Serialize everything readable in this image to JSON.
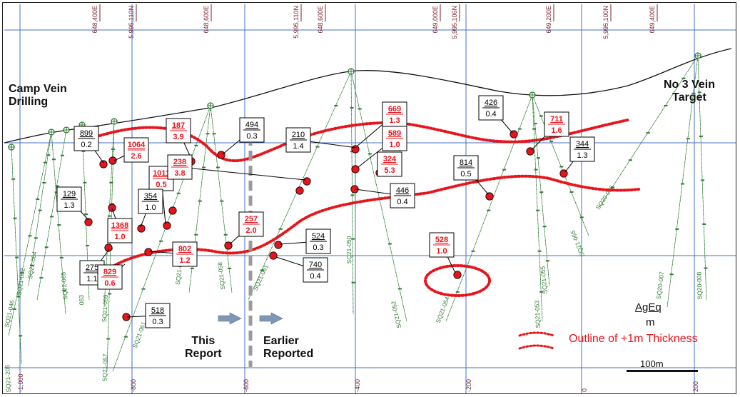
{
  "colors": {
    "grid": "#4472c4",
    "outline": "#e8141c",
    "drill": "#2e7d32",
    "topo": "#111111",
    "intercept": "#e8141c",
    "arrow": "#7f97b5",
    "divider": "#9a9a9a",
    "coord_label": "#7a1f2b"
  },
  "labels": {
    "camp_vein": "Camp Vein\nDrilling",
    "no3_vein": "No 3 Vein\nTarget",
    "this_report": "This\nReport",
    "earlier_reported": "Earlier\nReported"
  },
  "legend": {
    "title": "AgEq",
    "unit": "m",
    "outline_text": "Outline of +1m Thickness",
    "scale_text": "100m"
  },
  "top_coords": [
    {
      "text": "648,400E"
    },
    {
      "text": "5,995,110N"
    },
    {
      "text": "648,600E"
    },
    {
      "text": "5,995,110N"
    },
    {
      "text": "648,600E"
    },
    {
      "text": "649,000E"
    },
    {
      "text": "5,995,106N"
    },
    {
      "text": "649,200E"
    },
    {
      "text": "5,995,100N"
    },
    {
      "text": "649,400E"
    }
  ],
  "elevations": [
    "-1,000",
    "-800",
    "-600",
    "-400",
    "-200",
    "0",
    "200"
  ],
  "holes": [
    {
      "name": "SQ21-046"
    },
    {
      "name": "SQ21-062"
    },
    {
      "name": "SQ22-064"
    },
    {
      "name": "SQ22-065"
    },
    {
      "name": "063"
    },
    {
      "name": "SQ21-059"
    },
    {
      "name": "SQ21-057"
    },
    {
      "name": "SQ21-061"
    },
    {
      "name": "SQ21-050"
    },
    {
      "name": "SQ21-058"
    },
    {
      "name": "SQ21-061"
    },
    {
      "name": "SQ21-050"
    },
    {
      "name": "SQ21-052"
    },
    {
      "name": "SQ21-054"
    },
    {
      "name": "SQ21-053"
    },
    {
      "name": "SQ21-055"
    },
    {
      "name": "SQ21-065"
    },
    {
      "name": "SQ20-006"
    },
    {
      "name": "SQ20-007"
    },
    {
      "name": "SQ20-008"
    },
    {
      "name": "SQ21-205"
    }
  ],
  "assays": [
    {
      "agEq": "899",
      "m": "0.2",
      "red": false
    },
    {
      "agEq": "1064",
      "m": "2.6",
      "red": true
    },
    {
      "agEq": "187",
      "m": "3.9",
      "red": true
    },
    {
      "agEq": "494",
      "m": "0.3",
      "red": false
    },
    {
      "agEq": "210",
      "m": "1.4",
      "red": false
    },
    {
      "agEq": "669",
      "m": "1.3",
      "red": true
    },
    {
      "agEq": "589",
      "m": "1.0",
      "red": true
    },
    {
      "agEq": "426",
      "m": "0.4",
      "red": false
    },
    {
      "agEq": "711",
      "m": "1.6",
      "red": true
    },
    {
      "agEq": "344",
      "m": "1.3",
      "red": false
    },
    {
      "agEq": "1011",
      "m": "0.5",
      "red": true
    },
    {
      "agEq": "238",
      "m": "3.8",
      "red": true
    },
    {
      "agEq": "324",
      "m": "5.3",
      "red": true
    },
    {
      "agEq": "814",
      "m": "0.5",
      "red": false
    },
    {
      "agEq": "129",
      "m": "1.3",
      "red": false
    },
    {
      "agEq": "354",
      "m": "1.0",
      "red": false
    },
    {
      "agEq": "446",
      "m": "0.4",
      "red": false
    },
    {
      "agEq": "1368",
      "m": "1.0",
      "red": true
    },
    {
      "agEq": "257",
      "m": "2.0",
      "red": true
    },
    {
      "agEq": "524",
      "m": "0.3",
      "red": false
    },
    {
      "agEq": "528",
      "m": "1.0",
      "red": true
    },
    {
      "agEq": "802",
      "m": "1.2",
      "red": true
    },
    {
      "agEq": "740",
      "m": "0.4",
      "red": false
    },
    {
      "agEq": "275",
      "m": "1.1",
      "red": false
    },
    {
      "agEq": "829",
      "m": "0.6",
      "red": true
    },
    {
      "agEq": "518",
      "m": "0.3",
      "red": false
    }
  ]
}
